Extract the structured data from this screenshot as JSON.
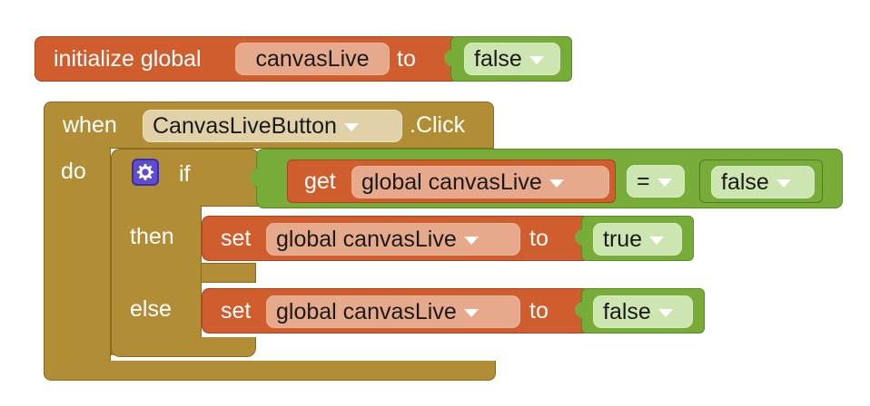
{
  "init_block": {
    "keyword": "initialize global",
    "variable": "canvasLive",
    "to_label": "to",
    "value": "false"
  },
  "event_block": {
    "when_label": "when",
    "component": "CanvasLiveButton",
    "event": ".Click",
    "do_label": "do"
  },
  "if_block": {
    "if_label": "if",
    "then_label": "then",
    "else_label": "else",
    "condition": {
      "get_label": "get",
      "variable": "global canvasLive",
      "operator": "=",
      "compare_value": "false"
    },
    "then_stmt": {
      "set_label": "set",
      "variable": "global canvasLive",
      "to_label": "to",
      "value": "true"
    },
    "else_stmt": {
      "set_label": "set",
      "variable": "global canvasLive",
      "to_label": "to",
      "value": "false"
    }
  },
  "colors": {
    "variable_block": "#d05d2e",
    "event_block": "#b18d35",
    "logic_block": "#76ac37",
    "mutator_icon": "#5d4bd1"
  },
  "icons": {
    "mutator": "gear-icon",
    "dropdown": "caret-down-icon"
  }
}
